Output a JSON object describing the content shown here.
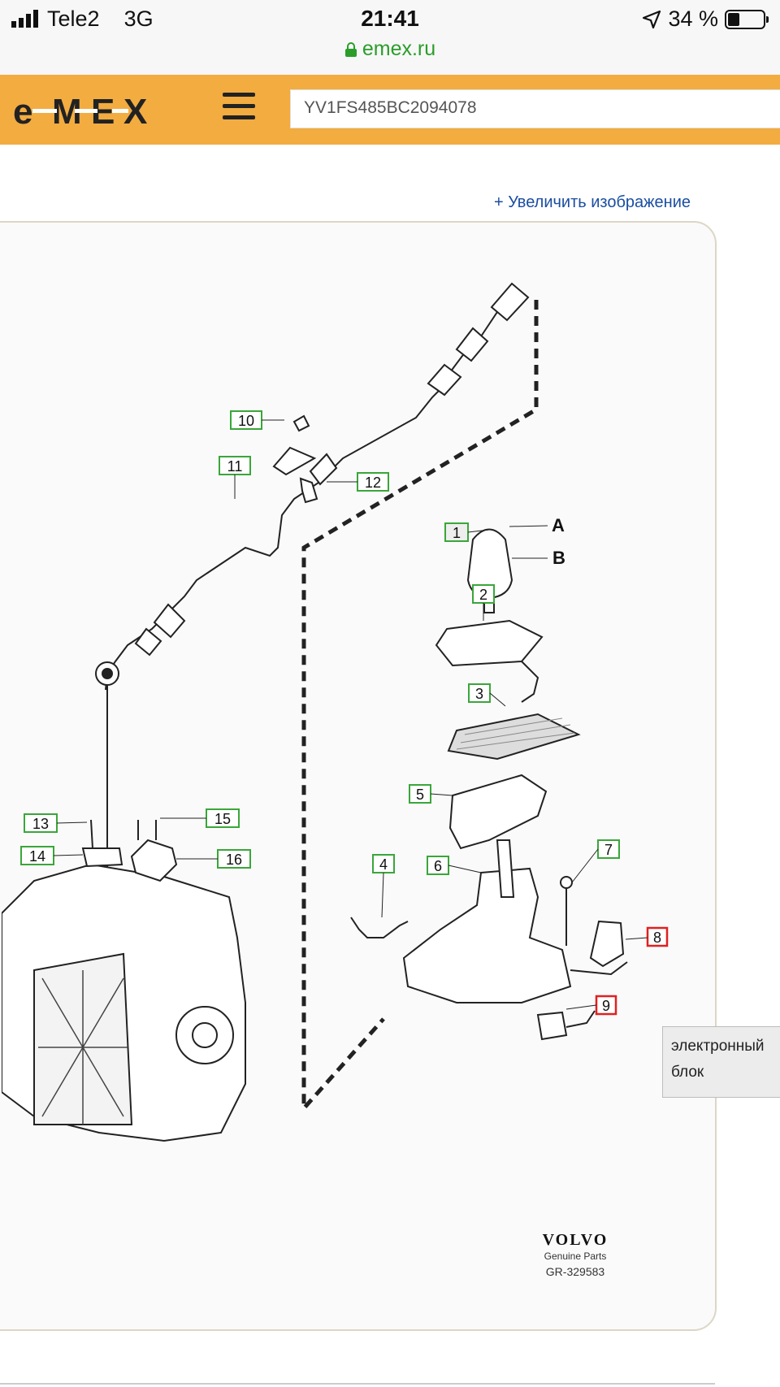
{
  "status_bar": {
    "carrier": "Tele2",
    "network": "3G",
    "time": "21:41",
    "battery": "34 %",
    "battery_level": 0.34
  },
  "address_bar": {
    "url": "emex.ru"
  },
  "header": {
    "logo": "e M E X",
    "search_value": "YV1FS485BC2094078"
  },
  "enlarge_link": "+ Увеличить изображение",
  "diagram": {
    "callouts": [
      "1",
      "2",
      "3",
      "4",
      "5",
      "6",
      "7",
      "8",
      "9",
      "10",
      "11",
      "12",
      "13",
      "14",
      "15",
      "16"
    ],
    "letters": [
      "A",
      "B"
    ],
    "brand": "VOLVO",
    "brand_sub": "Genuine Parts",
    "code": "GR-329583"
  },
  "tooltip": "электронный блок",
  "colors": {
    "accent": "#f2ac40",
    "link": "#1b4ea0",
    "callout_green": "#3aa63a",
    "callout_red": "#e02020"
  }
}
